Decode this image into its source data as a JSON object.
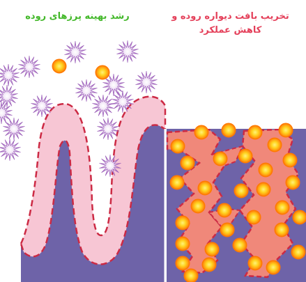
{
  "labels": {
    "healthy": "رشد بهینه پرزهای روده",
    "damaged_line1": "تخریب بافت دیواره روده و",
    "damaged_line2": "کاهش عملکرد"
  },
  "colors": {
    "healthy_label": "#43b82a",
    "damaged_label": "#e4405a",
    "tissue": "#6e63a8",
    "villi_healthy": "#f7c6d4",
    "villi_damaged": "#f0887a",
    "dashed_border": "#cc2a44",
    "probiotic": "#9b5fb8",
    "pathogen_center": "#ffd21f",
    "pathogen_ring": "#ff7a00"
  },
  "icons": {
    "probiotic": "starburst-icon",
    "pathogen": "orange-dot-icon"
  }
}
